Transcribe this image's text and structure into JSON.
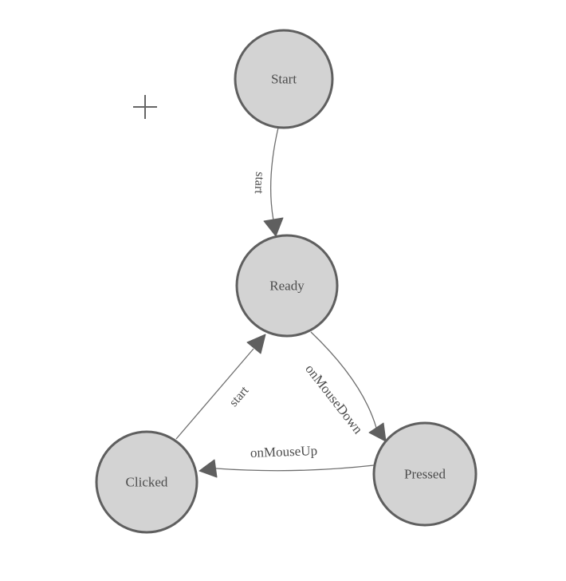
{
  "diagram": {
    "type": "finite-state-machine",
    "background": "#ffffff",
    "colors": {
      "node_fill": "#d3d3d3",
      "node_stroke": "#5f5f5f",
      "edge_stroke": "#6e6e6e",
      "arrow_fill": "#5f5f5f",
      "label_text": "#4d4d4d",
      "crosshair": "#666666"
    },
    "origin_marker": "plus-crosshair",
    "nodes": [
      {
        "id": "start",
        "label": "Start"
      },
      {
        "id": "ready",
        "label": "Ready"
      },
      {
        "id": "clicked",
        "label": "Clicked"
      },
      {
        "id": "pressed",
        "label": "Pressed"
      }
    ],
    "edges": [
      {
        "from": "start",
        "to": "ready",
        "label": "start"
      },
      {
        "from": "clicked",
        "to": "ready",
        "label": "start"
      },
      {
        "from": "ready",
        "to": "pressed",
        "label": "onMouseDown"
      },
      {
        "from": "pressed",
        "to": "clicked",
        "label": "onMouseUp"
      }
    ]
  }
}
